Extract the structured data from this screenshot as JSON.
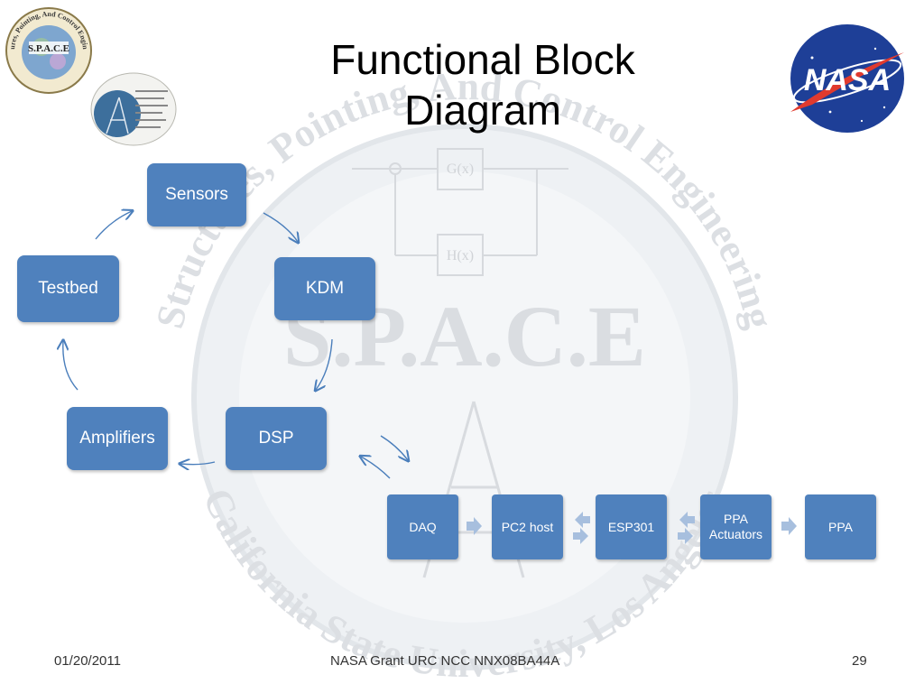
{
  "title": {
    "line1": "Functional Block",
    "line2": "Diagram"
  },
  "cycle": {
    "sensors": "Sensors",
    "kdm": "KDM",
    "dsp": "DSP",
    "amplifiers": "Amplifiers",
    "testbed": "Testbed"
  },
  "chain": {
    "daq": "DAQ",
    "pc2_host": "PC2 host",
    "esp301": "ESP301",
    "ppa_actuators_line1": "PPA",
    "ppa_actuators_line2": "Actuators",
    "ppa": "PPA"
  },
  "watermark": {
    "arc_text": "Structures, Pointing, And Control Engineering",
    "arc_text_bottom": "California State University, Los Angeles",
    "space": "S.P.A.C.E",
    "g_block": "G(x)",
    "h_block": "H(x)"
  },
  "logos": {
    "space_logo_text": "S.P.A.C.E",
    "space_logo_ring": "Structures, Pointing, And Control Engineering",
    "nasa_text": "NASA"
  },
  "footer": {
    "date": "01/20/2011",
    "grant": "NASA Grant URC NCC NNX08BA44A",
    "page": "29"
  },
  "colors": {
    "block": "#4f81bd",
    "arrow": "#4a7ebb",
    "small_arrow": "#a7bfde",
    "nasa_blue": "#1e3f97",
    "nasa_red": "#e03a2e"
  }
}
